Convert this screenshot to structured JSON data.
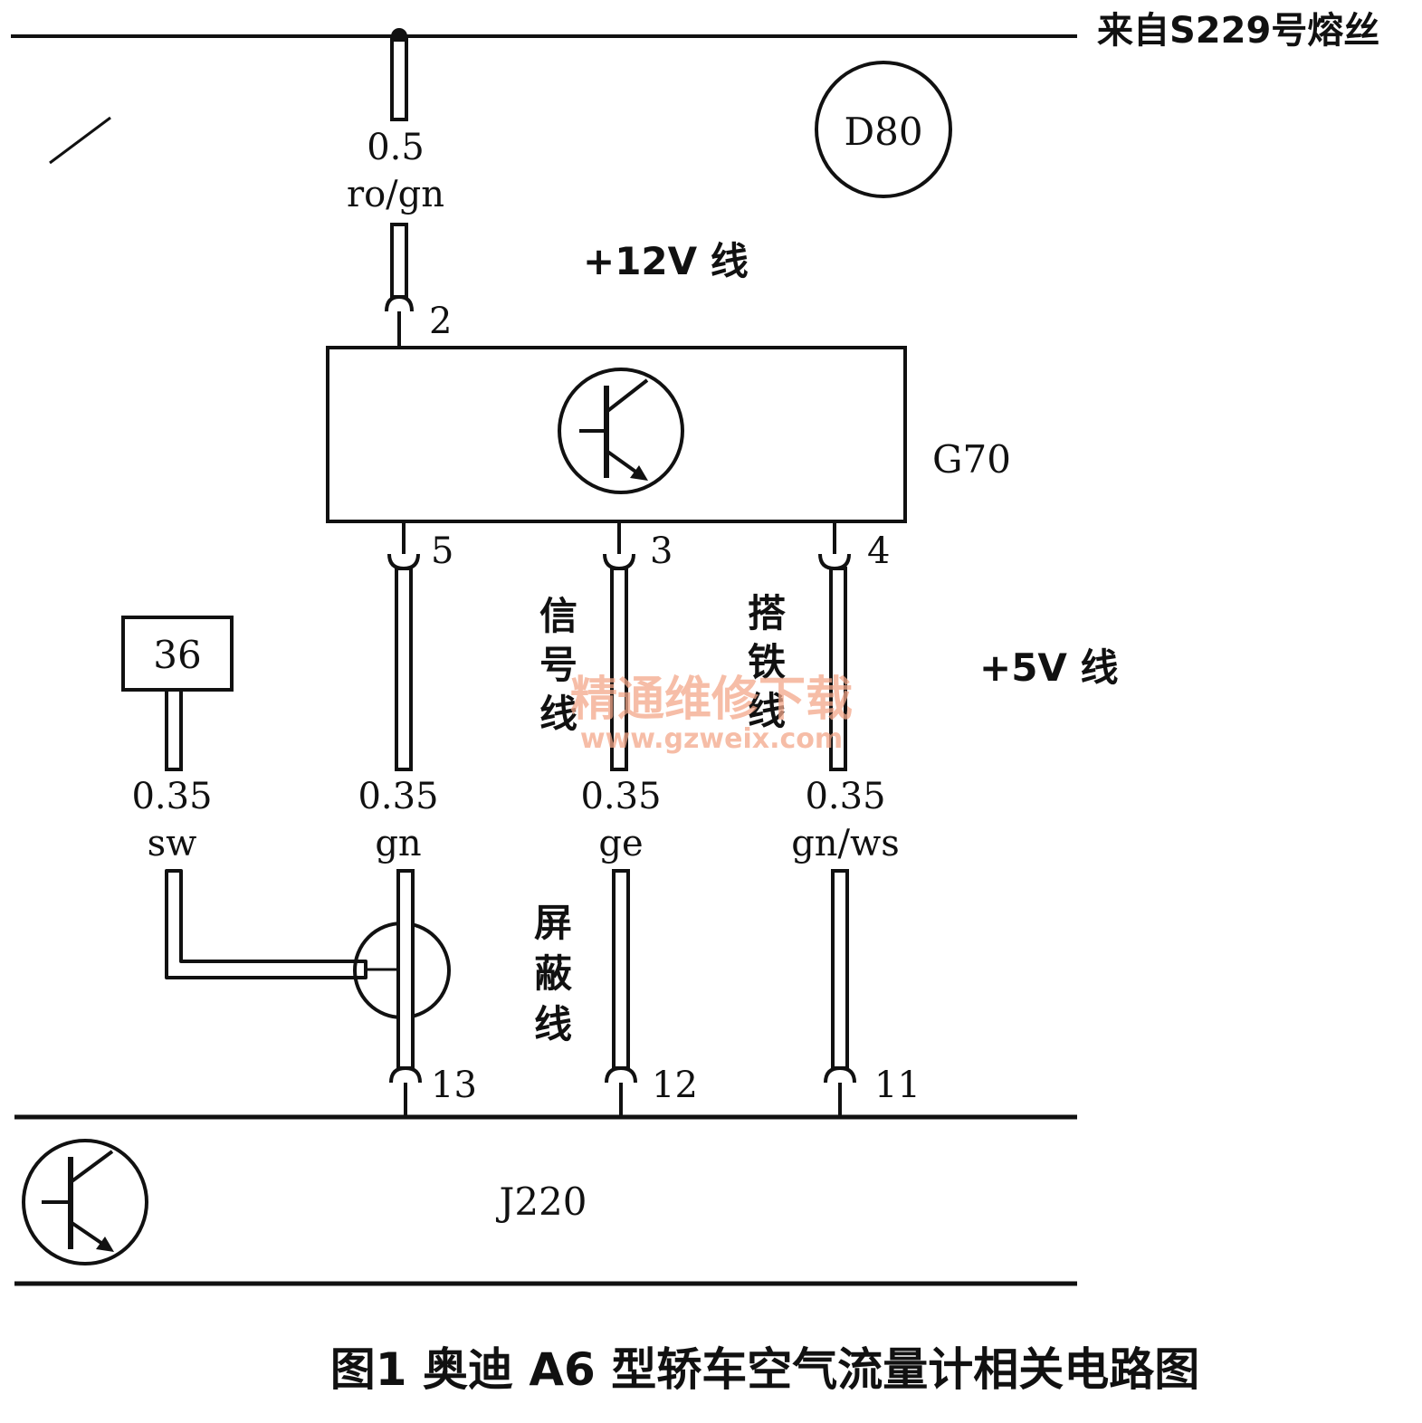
{
  "fuse_label": "来自S229号熔丝",
  "ground_label": "D80",
  "supply_wire": {
    "gauge": "0.5",
    "color": "ro/gn"
  },
  "supply_label": "+12V 线",
  "sensor": {
    "name": "G70"
  },
  "sensor_pins": {
    "pin2": "2",
    "pin5": "5",
    "pin3": "3",
    "pin4": "4"
  },
  "signal_label": [
    "信",
    "号",
    "线"
  ],
  "ground_wire_label": [
    "搭",
    "铁",
    "线"
  ],
  "five_v_label": "+5V 线",
  "connector_box": "36",
  "wires": {
    "sw": {
      "gauge": "0.35",
      "color": "sw"
    },
    "gn": {
      "gauge": "0.35",
      "color": "gn"
    },
    "ge": {
      "gauge": "0.35",
      "color": "ge"
    },
    "gnws": {
      "gauge": "0.35",
      "color": "gn/ws"
    }
  },
  "shield_label": [
    "屏",
    "蔽",
    "线"
  ],
  "ecu_pins": {
    "pin13": "13",
    "pin12": "12",
    "pin11": "11"
  },
  "ecu": {
    "name": "J220"
  },
  "watermark": {
    "cn": "精通维修下载",
    "url": "www.gzweix.com"
  },
  "caption": "图1  奥迪 A6 型轿车空气流量计相关电路图"
}
